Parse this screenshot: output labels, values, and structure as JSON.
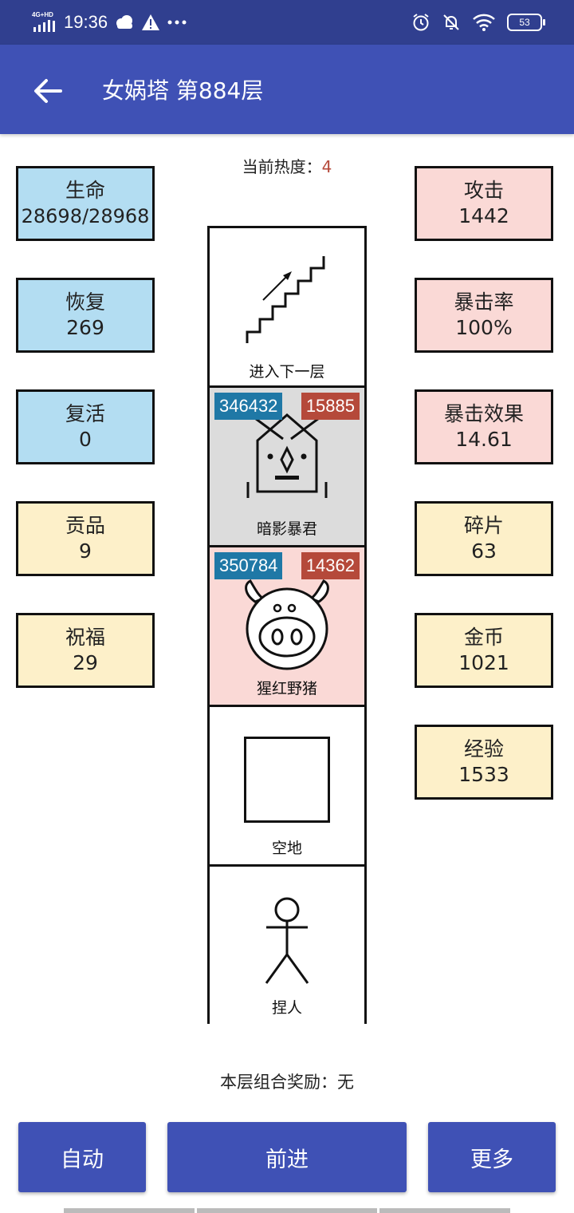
{
  "status": {
    "network": "4G+HD",
    "time": "19:36",
    "battery": "53"
  },
  "appbar": {
    "title": "女娲塔 第884层"
  },
  "heat": {
    "label": "当前热度：",
    "value": "4"
  },
  "left_stats": [
    {
      "label": "生命",
      "value": "28698/28968"
    },
    {
      "label": "恢复",
      "value": "269"
    },
    {
      "label": "复活",
      "value": "0"
    },
    {
      "label": "贡品",
      "value": "9"
    },
    {
      "label": "祝福",
      "value": "29"
    }
  ],
  "right_stats": [
    {
      "label": "攻击",
      "value": "1442"
    },
    {
      "label": "暴击率",
      "value": "100%"
    },
    {
      "label": "暴击效果",
      "value": "14.61"
    },
    {
      "label": "碎片",
      "value": "63"
    },
    {
      "label": "金币",
      "value": "1021"
    },
    {
      "label": "经验",
      "value": "1533"
    }
  ],
  "tower": [
    {
      "label": "进入下一层",
      "icon": "stairs-icon",
      "bg": "#FFFFFF"
    },
    {
      "label": "暗影暴君",
      "icon": "robot-monster-icon",
      "bg": "#DCDCDC",
      "hp": "346432",
      "atk": "15885"
    },
    {
      "label": "猩红野猪",
      "icon": "pig-monster-icon",
      "bg": "#FAD9D6",
      "hp": "350784",
      "atk": "14362"
    },
    {
      "label": "空地",
      "icon": "empty-square-icon",
      "bg": "#FFFFFF"
    },
    {
      "label": "捏人",
      "icon": "stick-figure-icon",
      "bg": "#FFFFFF"
    }
  ],
  "combo_bonus": "本层组合奖励：无",
  "buttons": {
    "auto": "自动",
    "forward": "前进",
    "more": "更多"
  }
}
